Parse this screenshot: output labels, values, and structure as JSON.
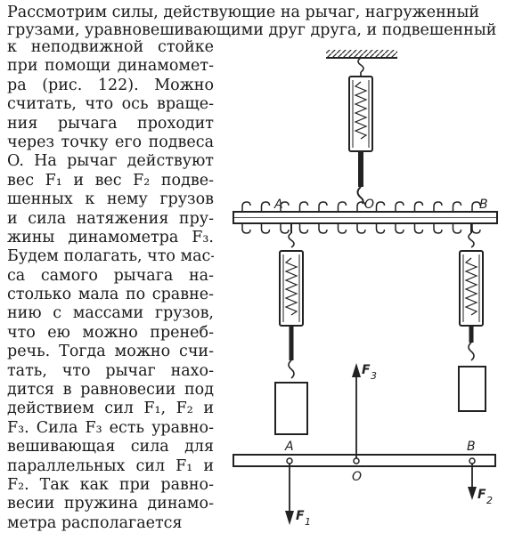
{
  "paragraph": {
    "full_lines": [
      "Рассмотрим силы, действующие на рычаг, нагруженный",
      "грузами, уравновешивающими друг друга, и подвешенный"
    ],
    "column_lines": [
      "к неподвижной стойке",
      "при помощи динамомет-",
      "ра (рис. 122). Можно",
      "считать, что ось враще-",
      "ния рычага проходит",
      "через точку его подвеса",
      "O. На рычаг действуют",
      "вес F₁ и вес F₂ подве-",
      "шенных к нему грузов",
      "и сила натяжения пру-",
      "жины динамометра F₃.",
      "Будем полагать, что мас-",
      "са самого рычага на-",
      "столько мала по сравне-",
      "нию с массами грузов,",
      "что ею можно пренеб-",
      "речь. Тогда можно счи-",
      "тать, что рычаг нахо-",
      "дится в равновесии под",
      "действием сил F₁, F₂ и",
      "F₃. Сила F₃ есть уравно-",
      "вешивающая сила для",
      "параллельных сил F₁ и",
      "F₂. Так как при равно-",
      "весии пружина динамо-",
      "метра располагается"
    ]
  },
  "figure": {
    "top_labels": {
      "A": "A",
      "O": "O",
      "B": "B"
    },
    "bottom_labels": {
      "A": "A",
      "O": "O",
      "B": "B"
    },
    "force_labels": {
      "F1": "F",
      "F1_sub": "1",
      "F2": "F",
      "F2_sub": "2",
      "F3": "F",
      "F3_sub": "3"
    }
  }
}
